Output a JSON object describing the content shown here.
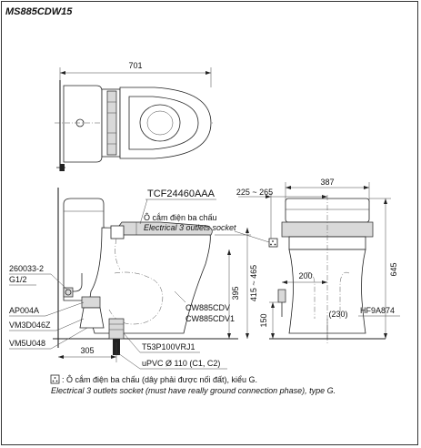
{
  "title": "MS885CDW15",
  "top_view": {
    "width_dim": "701"
  },
  "side_view": {
    "seat_model": "TCF24460AAA",
    "socket_label_vi": "Ô cắm điện ba chấu",
    "socket_label_en": "Electrical 3 outlets socket",
    "labels": {
      "part_260033": "260033-2",
      "thread": "G1/2",
      "ap004a": "AP004A",
      "vm3d046z": "VM3D046Z",
      "vm5u048": "VM5U048",
      "cw885cdv": "CW885CDV",
      "cw885cdv1": "CW885CDV1",
      "t53": "T53P100VRJ1",
      "upvc": "uPVC Ø 110 (C1, C2)",
      "rough_in": "305",
      "height_395": "395",
      "height_415_465": "415 ~ 465"
    }
  },
  "front_view": {
    "width_dim": "387",
    "offset_dim": "225 ~ 265",
    "height_645": "645",
    "dim_200": "200",
    "dim_150": "150",
    "dim_230": "(230)",
    "hf9a874": "HF9A874"
  },
  "footnote": {
    "line_vi": ": Ô cắm điện ba chấu (dây phải được nối đất), kiểu G.",
    "line_en": "Electrical 3 outlets socket (must have really ground connection phase), type G."
  }
}
